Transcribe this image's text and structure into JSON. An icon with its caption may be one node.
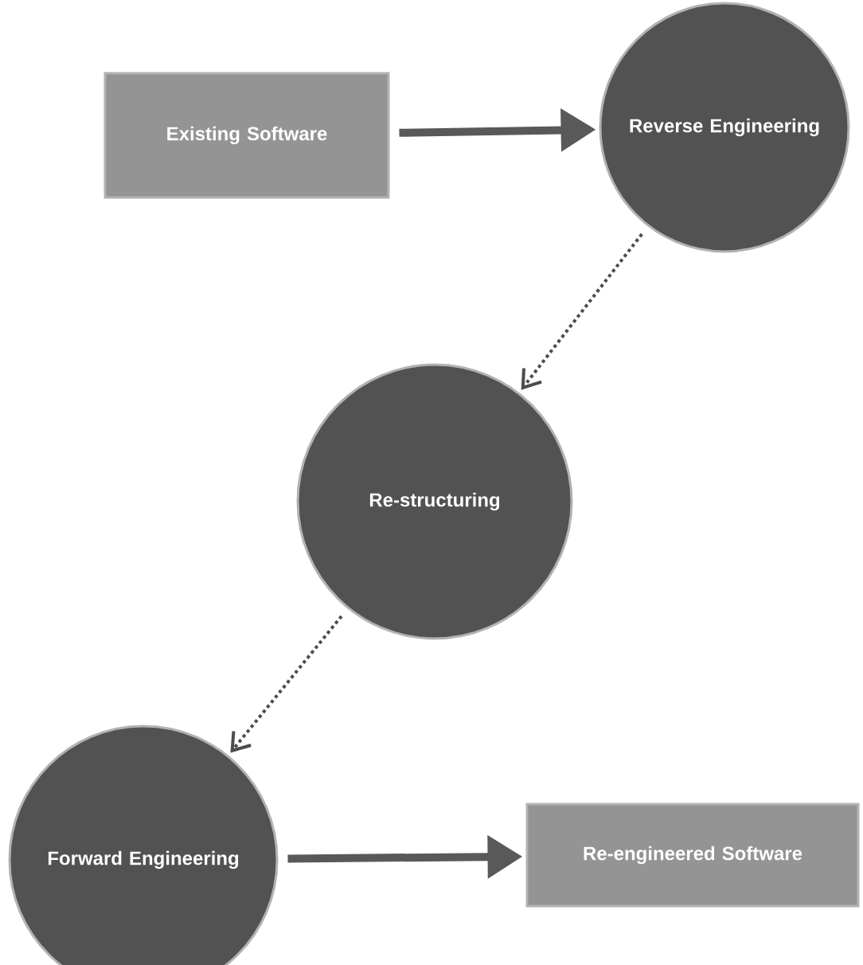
{
  "diagram": {
    "nodes": [
      {
        "text": [
          "Existing Software"
        ]
      },
      {
        "text": [
          "Reverse Engineering"
        ]
      },
      {
        "text": [
          "Re-structuring"
        ]
      },
      {
        "text": [
          "Forward Engineering"
        ]
      },
      {
        "text": [
          "Re-engineered Software"
        ]
      }
    ],
    "edges": [
      {
        "from": 0,
        "to": 1,
        "arrow": "to",
        "style": "thick"
      },
      {
        "from": 1,
        "to": 2,
        "arrow": "to",
        "style": "dashed"
      },
      {
        "from": 2,
        "to": 3,
        "arrow": "to",
        "style": "dashed"
      },
      {
        "from": 3,
        "to": 4,
        "arrow": "to",
        "style": "thick"
      }
    ]
  }
}
